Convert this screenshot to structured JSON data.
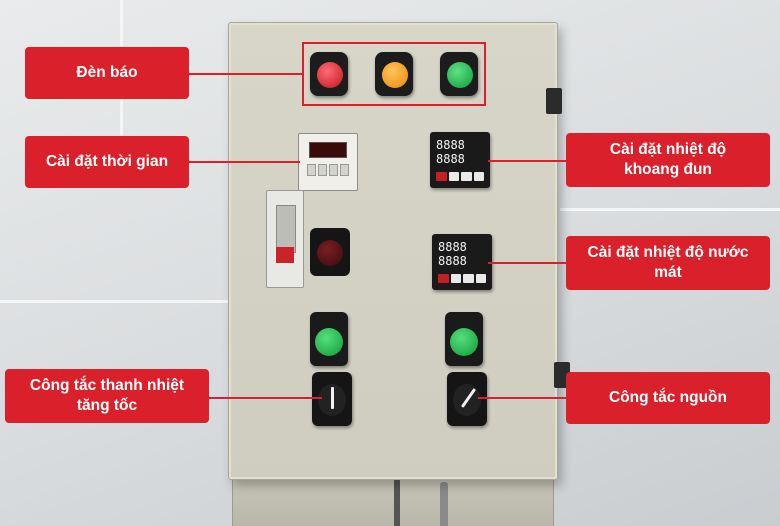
{
  "labels": {
    "indicator_lights": "Đèn báo",
    "time_setting": "Cài đặt thời gian",
    "boiler_temp_setting": "Cài đặt nhiệt độ khoang đun",
    "cooling_water_temp_setting": "Cài đặt nhiệt độ nước mát",
    "heater_boost_switch": "Công tắc thanh nhiệt tăng tốc",
    "power_switch": "Công tắc nguồn"
  },
  "indicator_colors": {
    "red": "#d8212b",
    "orange": "#f39a16",
    "green": "#19b44a"
  },
  "accent_color": "#d9202b",
  "controller_display": {
    "top": "8888",
    "bottom": "8888"
  }
}
